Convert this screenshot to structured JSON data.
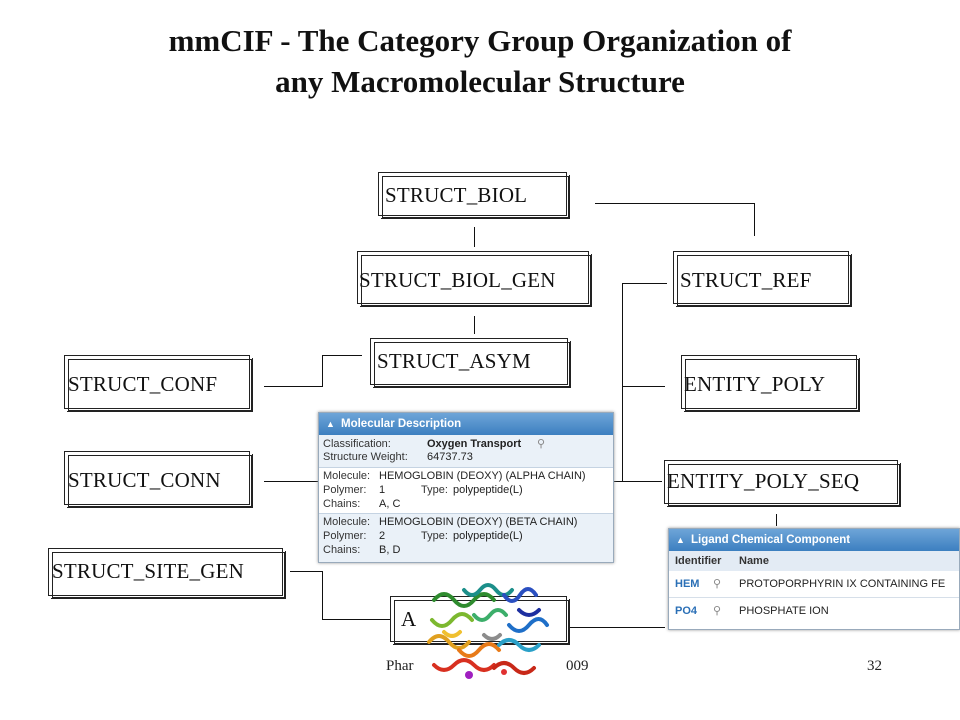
{
  "title": {
    "line1": "mmCIF - The Category Group Organization of",
    "line2": "any Macromolecular Structure"
  },
  "boxes": {
    "struct_biol": "STRUCT_BIOL",
    "struct_biol_gen": "STRUCT_BIOL_GEN",
    "struct_ref": "STRUCT_REF",
    "struct_asym": "STRUCT_ASYM",
    "struct_conf": "STRUCT_CONF",
    "entity_poly": "ENTITY_POLY",
    "struct_conn": "STRUCT_CONN",
    "entity_poly_seq": "ENTITY_POLY_SEQ",
    "struct_site_gen": "STRUCT_SITE_GEN",
    "atom_partial": "A"
  },
  "molecular_description": {
    "header": "Molecular Description",
    "classification_label": "Classification:",
    "classification_value": "Oxygen Transport",
    "weight_label": "Structure Weight:",
    "weight_value": "64737.73",
    "molecules": [
      {
        "molecule_label": "Molecule:",
        "molecule_value": "HEMOGLOBIN (DEOXY) (ALPHA CHAIN)",
        "polymer_label": "Polymer:",
        "polymer_value": "1",
        "type_label": "Type:",
        "type_value": "polypeptide(L)",
        "chains_label": "Chains:",
        "chains_value": "A, C"
      },
      {
        "molecule_label": "Molecule:",
        "molecule_value": "HEMOGLOBIN (DEOXY) (BETA CHAIN)",
        "polymer_label": "Polymer:",
        "polymer_value": "2",
        "type_label": "Type:",
        "type_value": "polypeptide(L)",
        "chains_label": "Chains:",
        "chains_value": "B, D"
      }
    ]
  },
  "ligand": {
    "header": "Ligand Chemical Component",
    "col_identifier": "Identifier",
    "col_name": "Name",
    "rows": [
      {
        "id": "HEM",
        "name": "PROTOPORPHYRIN IX CONTAINING FE"
      },
      {
        "id": "PO4",
        "name": "PHOSPHATE ION"
      }
    ]
  },
  "footer": {
    "left": "Phar",
    "middle": "009",
    "page": "32"
  }
}
